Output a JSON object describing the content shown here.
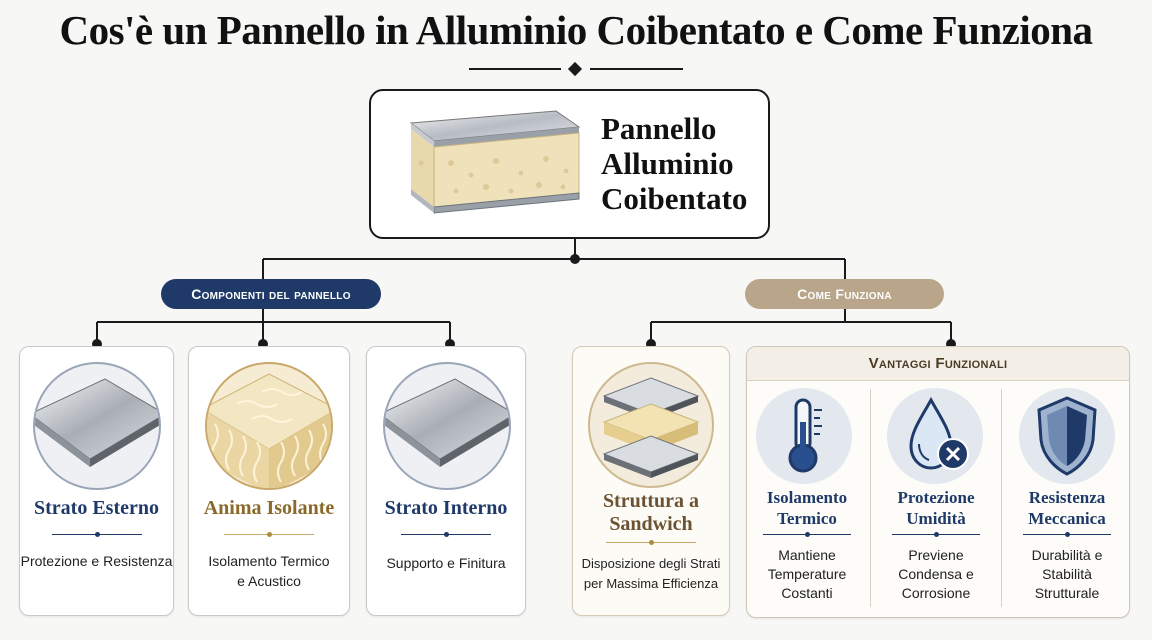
{
  "title": "Cos'è un Pannello in Alluminio Coibentato e Come Funziona",
  "root": {
    "line1": "Pannello",
    "line2": "Alluminio",
    "line3": "Coibentato"
  },
  "branches": {
    "left_label": "Componenti del pannello",
    "right_label": "Come Funziona"
  },
  "components": [
    {
      "title": "Strato Esterno",
      "desc_line1": "Protezione e Resistenza",
      "desc_line2": ""
    },
    {
      "title": "Anima Isolante",
      "desc_line1": "Isolamento Termico",
      "desc_line2": "e Acustico"
    },
    {
      "title": "Strato Interno",
      "desc_line1": "Supporto e Finitura",
      "desc_line2": ""
    }
  ],
  "sandwich": {
    "title_line1": "Struttura a",
    "title_line2": "Sandwich",
    "desc_line1": "Disposizione degli Strati",
    "desc_line2": "per Massima Efficienza"
  },
  "advantages": {
    "header": "Vantaggi Funzionali",
    "items": [
      {
        "title_line1": "Isolamento",
        "title_line2": "Termico",
        "desc": [
          "Mantiene",
          "Temperature",
          "Costanti"
        ],
        "icon": "thermometer-icon"
      },
      {
        "title_line1": "Protezione",
        "title_line2": "Umidità",
        "desc": [
          "Previene",
          "Condensa e",
          "Corrosione"
        ],
        "icon": "water-drop-icon"
      },
      {
        "title_line1": "Resistenza",
        "title_line2": "Meccanica",
        "desc": [
          "Durabilità e",
          "Stabilità",
          "Strutturale"
        ],
        "icon": "shield-icon"
      }
    ]
  },
  "colors": {
    "navy": "#1f3a68",
    "tan": "#b9a589",
    "gold_text": "#8a6a2a",
    "brown_text": "#6b5233"
  }
}
